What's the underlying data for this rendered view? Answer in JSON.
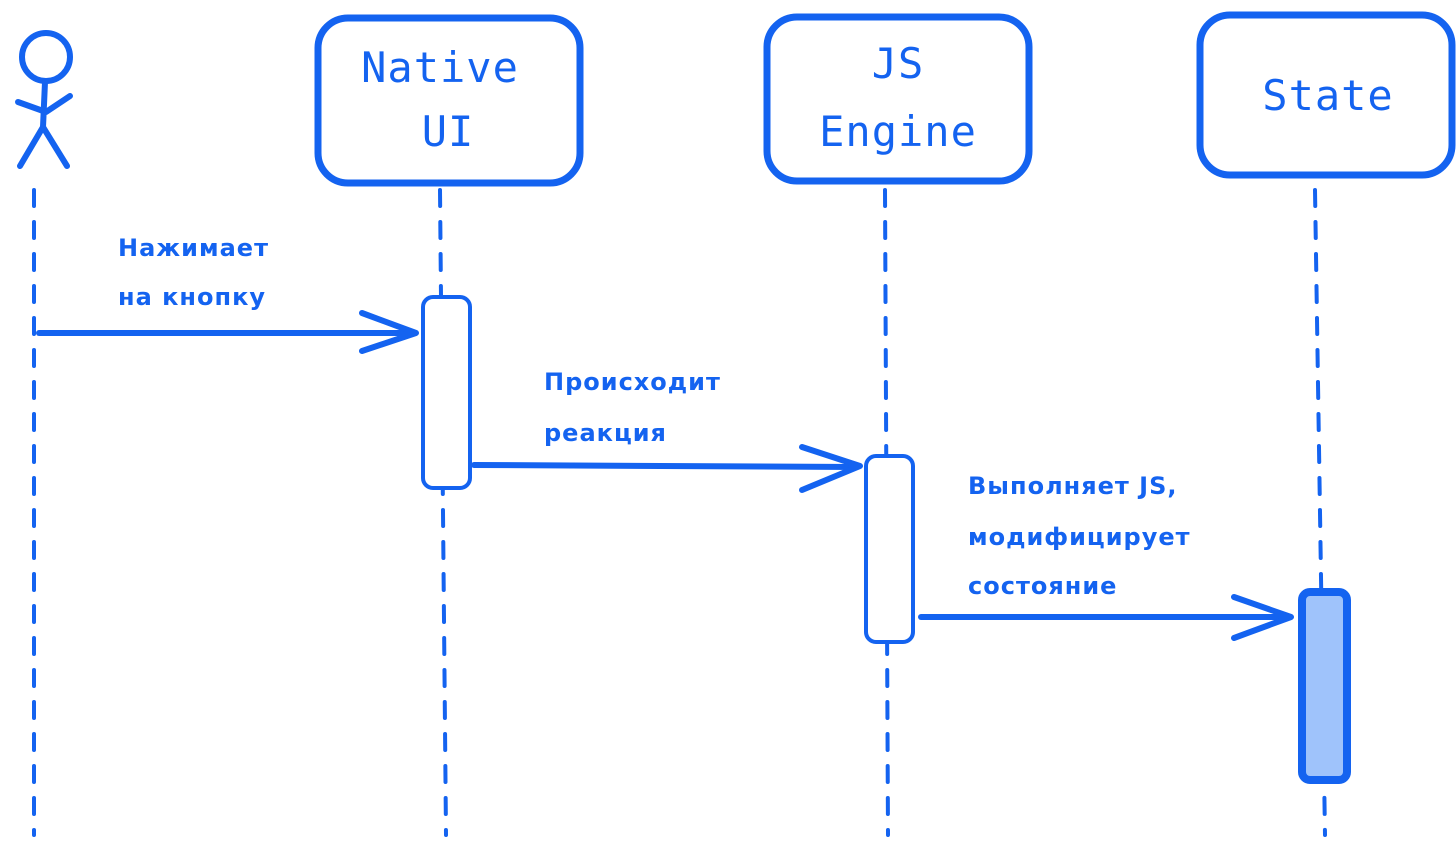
{
  "diagram": {
    "colors": {
      "stroke": "#1463f0",
      "fill_highlight": "#9fc3fb",
      "background": "#ffffff"
    },
    "participants": [
      {
        "id": "user",
        "label_lines": [],
        "icon": "stick-figure-icon"
      },
      {
        "id": "native-ui",
        "label_lines": [
          "Native",
          "UI"
        ]
      },
      {
        "id": "js-engine",
        "label_lines": [
          "JS",
          "Engine"
        ]
      },
      {
        "id": "state",
        "label_lines": [
          "State"
        ]
      }
    ],
    "messages": [
      {
        "from": "user",
        "to": "native-ui",
        "label_lines": [
          "Нажимает",
          "на кнопку"
        ]
      },
      {
        "from": "native-ui",
        "to": "js-engine",
        "label_lines": [
          "Происходит",
          "реакция"
        ]
      },
      {
        "from": "js-engine",
        "to": "state",
        "label_lines": [
          "Выполняет JS,",
          "модифицирует",
          "состояние"
        ]
      }
    ]
  }
}
